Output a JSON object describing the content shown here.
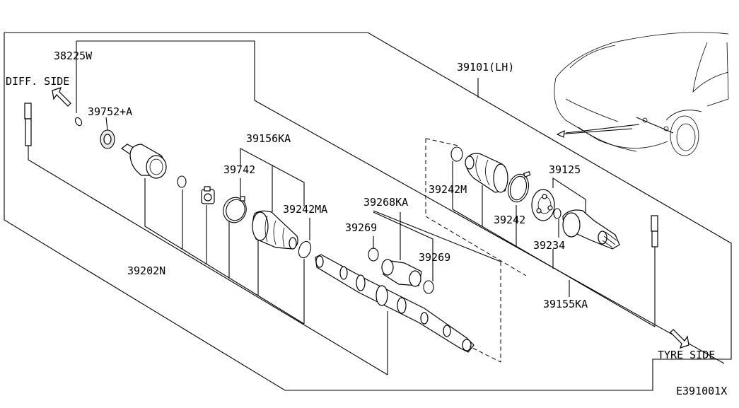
{
  "labels": {
    "p38225w": "38225W",
    "diff_side": "DIFF. SIDE",
    "p39752a": "39752+A",
    "p39156ka": "39156KA",
    "p39742": "39742",
    "p39242ma": "39242MA",
    "p39202n": "39202N",
    "p39268ka": "39268KA",
    "p39269_upper": "39269",
    "p39269_lower": "39269",
    "p39101lh": "39101(LH)",
    "p39242m": "39242M",
    "p39125": "39125",
    "p39242": "39242",
    "p39234": "39234",
    "p39155ka": "39155KA",
    "tyre_side": "TYRE SIDE",
    "figure_code": "E391001X"
  },
  "icons": {
    "diff_arrow": "arrow-up-left-icon",
    "tyre_arrow": "arrow-down-right-icon",
    "vehicle": "car-front-icon"
  },
  "colors": {
    "line": "#000000",
    "background": "#ffffff"
  }
}
